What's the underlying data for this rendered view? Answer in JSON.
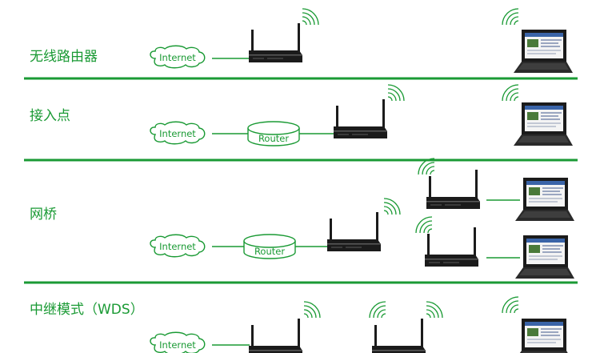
{
  "sections": [
    {
      "title": "无线路由器"
    },
    {
      "title": "接入点"
    },
    {
      "title": "网桥"
    },
    {
      "title": "中继模式（WDS）"
    }
  ],
  "labels": {
    "internet": "Internet",
    "router": "Router"
  },
  "colors": {
    "accent": "#1a9a34",
    "device": "#1b1b1b",
    "screen_blue": "#3a64a8"
  },
  "icons": [
    "cloud-icon",
    "router-icon",
    "wireless-router-icon",
    "laptop-icon",
    "wifi-signal-icon"
  ]
}
